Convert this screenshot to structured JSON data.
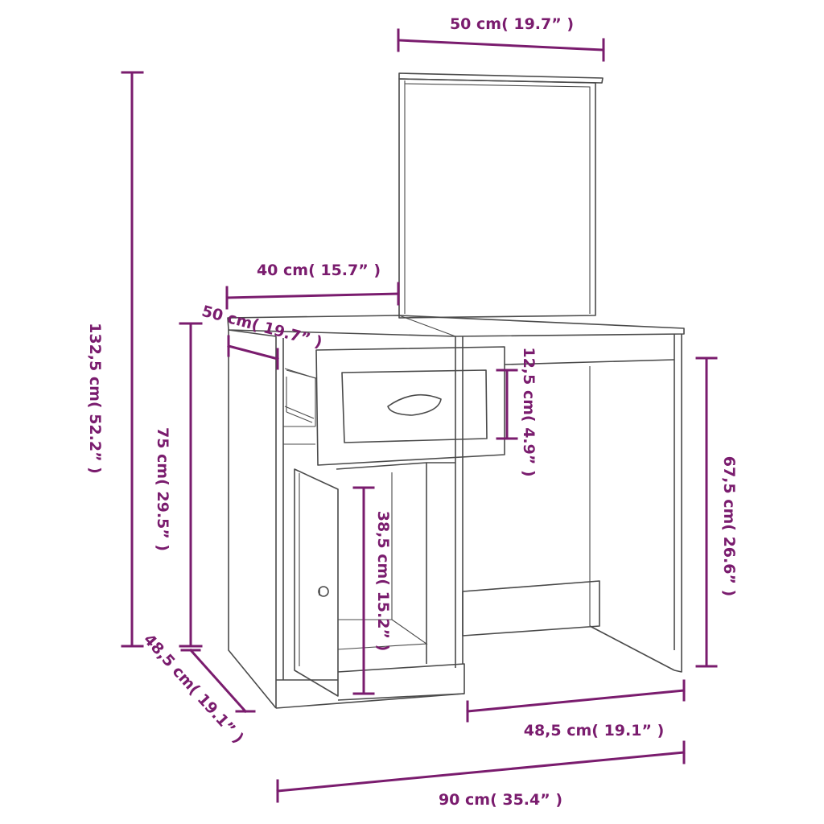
{
  "colors": {
    "dimension": "#7a1c6e",
    "outline": "#4a4a4a",
    "background": "#ffffff"
  },
  "dimensions": {
    "mirror_width": "50 cm( 19.7” )",
    "total_height": "132,5 cm( 52.2” )",
    "drawer_width": "40 cm( 15.7” )",
    "top_depth": "50 cm( 19.7” )",
    "table_height": "75 cm( 29.5” )",
    "drawer_height": "12,5 cm( 4.9” )",
    "knee_height": "67,5 cm( 26.6” )",
    "cabinet_height": "38,5 cm( 15.2” )",
    "side_depth": "48,5 cm( 19.1” )",
    "leg_width": "48,5 cm( 19.1” )",
    "total_width": "90 cm( 35.4” )"
  }
}
